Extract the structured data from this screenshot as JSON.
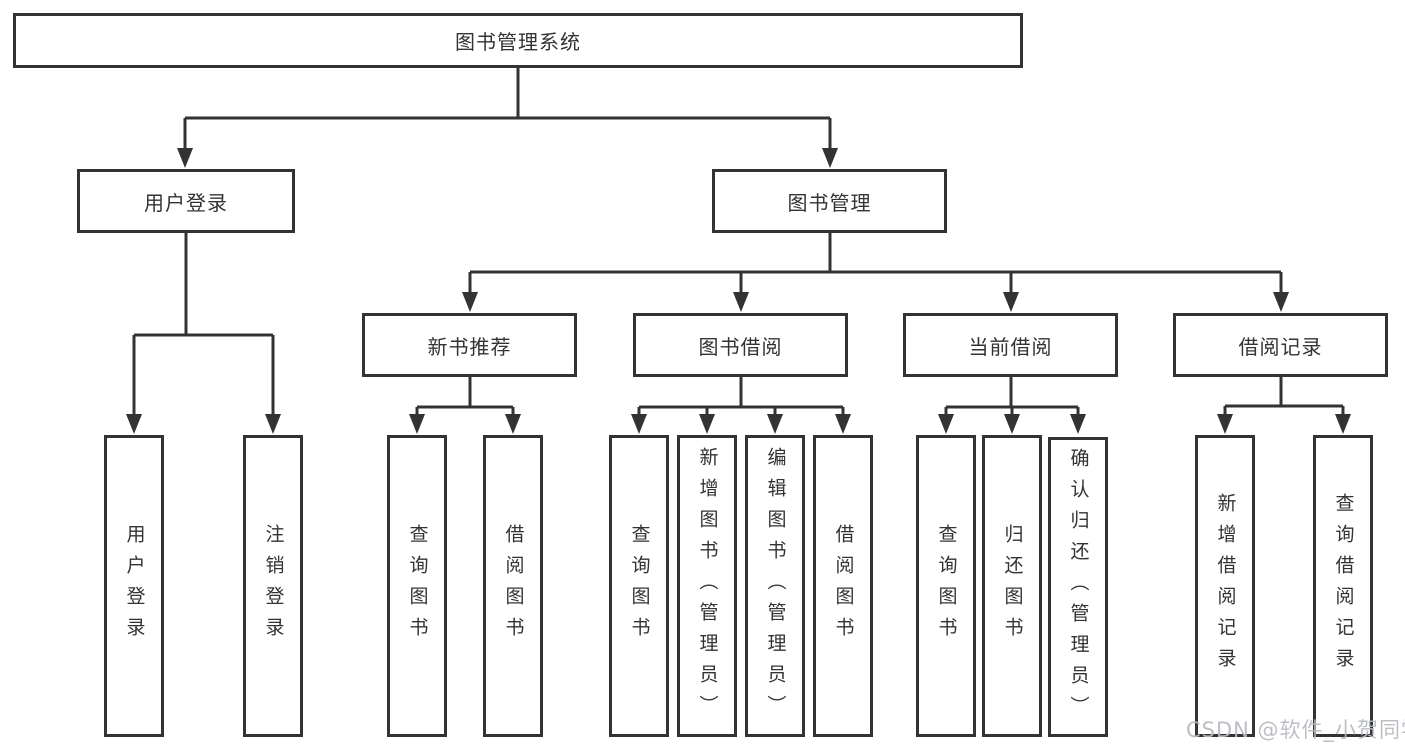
{
  "diagram_title": "图书管理系统",
  "colors": {
    "line": "#333333",
    "border": "#333333",
    "text": "#333333",
    "background": "#ffffff",
    "watermark": "#b8bcc2"
  },
  "tree": {
    "root": {
      "label": "图书管理系统"
    },
    "level2": [
      {
        "label": "用户登录"
      },
      {
        "label": "图书管理"
      }
    ],
    "level3": [
      {
        "label": "新书推荐"
      },
      {
        "label": "图书借阅"
      },
      {
        "label": "当前借阅"
      },
      {
        "label": "借阅记录"
      }
    ],
    "leaves": {
      "user": [
        "用户登录",
        "注销登录"
      ],
      "recommend": [
        "查询图书",
        "借阅图书"
      ],
      "borrow": [
        "查询图书",
        "新增图书（管理员）",
        "编辑图书（管理员）",
        "借阅图书"
      ],
      "current": [
        "查询图书",
        "归还图书",
        "确认归还（管理员）"
      ],
      "records": [
        "新增借阅记录",
        "查询借阅记录"
      ]
    }
  },
  "watermark": "CSDN @软件_小贺同学"
}
